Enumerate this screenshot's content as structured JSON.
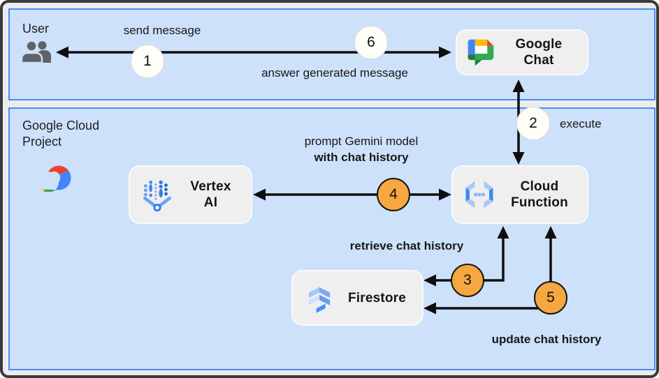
{
  "lanes": {
    "user": {
      "label": "User"
    },
    "gcp": {
      "label_line1": "Google Cloud",
      "label_line2": "Project"
    }
  },
  "nodes": {
    "google_chat": {
      "name_line1": "Google",
      "name_line2": "Chat"
    },
    "vertex_ai": {
      "name_line1": "Vertex",
      "name_line2": "AI"
    },
    "cloud_function": {
      "name_line1": "Cloud",
      "name_line2": "Function"
    },
    "firestore": {
      "name": "Firestore"
    }
  },
  "steps": {
    "s1": {
      "number": "1",
      "label": "send message",
      "badge": "light"
    },
    "s2": {
      "number": "2",
      "label": "execute",
      "badge": "light"
    },
    "s3": {
      "number": "3",
      "label": "retrieve chat history",
      "badge": "orange"
    },
    "s4": {
      "number": "4",
      "label_line1": "prompt Gemini model",
      "label_line2": "with chat history",
      "badge": "orange"
    },
    "s5": {
      "number": "5",
      "label": "update chat history",
      "badge": "orange"
    },
    "s6": {
      "number": "6",
      "label": "answer generated message",
      "badge": "light"
    }
  },
  "colors": {
    "lane_fill": "#cde1fb",
    "lane_border": "#4b8bf5",
    "node_fill": "#efefef",
    "badge_light": "#fffdf7",
    "badge_orange": "#f6a73f",
    "arrow": "#0e0e0e",
    "google_blue": "#4285f4",
    "google_red": "#ea4335",
    "google_yellow": "#fbbc04",
    "google_green": "#34a853",
    "icon_gray": "#5f6368"
  }
}
